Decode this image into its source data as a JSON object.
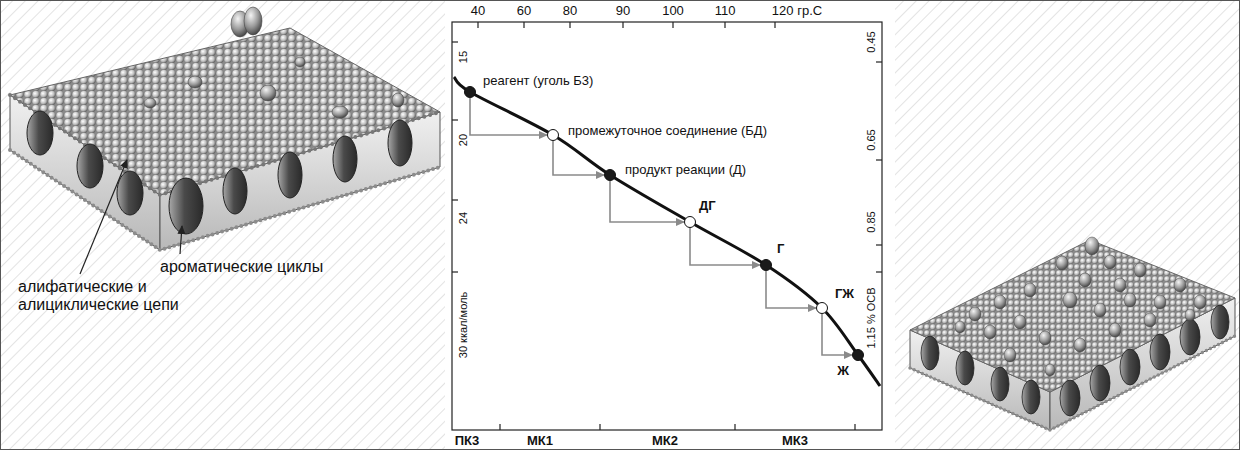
{
  "diagram": {
    "nodes": [
      {
        "text": [
          "реагент (уголь Б3)"
        ]
      },
      {
        "text": [
          "промежуточное соединение (БД)"
        ]
      },
      {
        "text": [
          "продукт реакции (Д)"
        ]
      },
      {
        "text": [
          "ДГ"
        ]
      },
      {
        "text": [
          "Г"
        ]
      },
      {
        "text": [
          "ГЖ"
        ]
      },
      {
        "text": [
          "Ж"
        ]
      }
    ],
    "edges": [
      {
        "from": 0,
        "to": 1,
        "arrow": "to"
      },
      {
        "from": 1,
        "to": 2,
        "arrow": "to"
      },
      {
        "from": 2,
        "to": 3,
        "arrow": "to"
      },
      {
        "from": 3,
        "to": 4,
        "arrow": "to"
      },
      {
        "from": 4,
        "to": 5,
        "arrow": "to"
      },
      {
        "from": 5,
        "to": 6,
        "arrow": "to"
      }
    ],
    "labels": [
      "ароматические циклы",
      "алифатические и алициклические цепи",
      "40",
      "60",
      "80",
      "90",
      "100",
      "110",
      "120 гр.С",
      "15",
      "20",
      "24",
      "30 ккал/моль",
      "0.45",
      "0.65",
      "0.85",
      "1.15 % ОСВ",
      "ПК3",
      "МК1",
      "МК2",
      "МК3"
    ]
  }
}
